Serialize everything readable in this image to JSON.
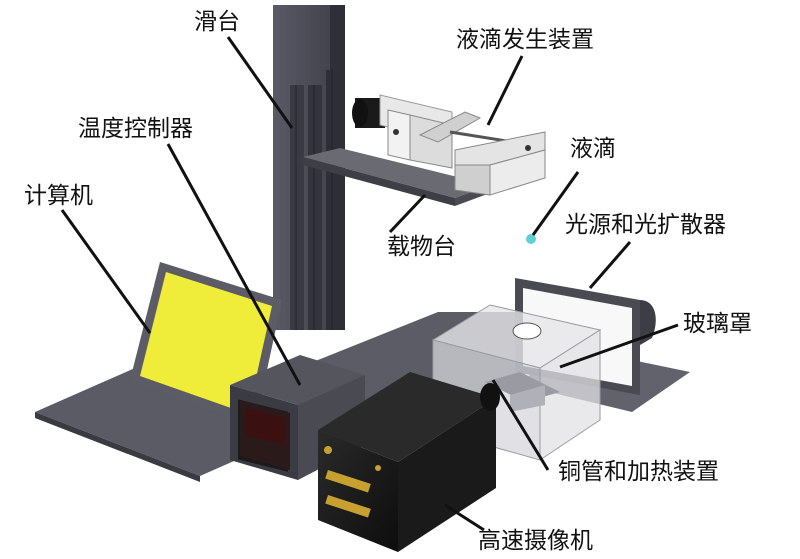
{
  "labels": {
    "slide": "滑台",
    "droplet_generator": "液滴发生装置",
    "temperature_controller": "温度控制器",
    "droplet": "液滴",
    "computer": "计算机",
    "light_source_diffuser": "光源和光扩散器",
    "stage": "载物台",
    "glass_cover": "玻璃罩",
    "copper_tube_heater": "铜管和加热装置",
    "high_speed_camera": "高速摄像机"
  },
  "colors": {
    "laptop_screen": "#f0ec3a",
    "frame_dark": "#4a4a55",
    "base_gray": "#6a6a74",
    "droplet": "#5fd0d8"
  }
}
